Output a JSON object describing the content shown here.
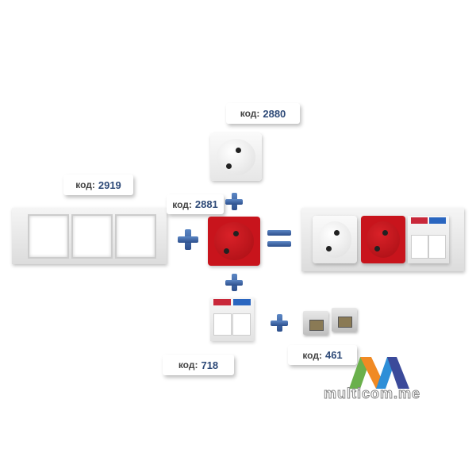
{
  "labels": {
    "l2880": {
      "prefix": "код:",
      "code": "2880"
    },
    "l2919": {
      "prefix": "код:",
      "code": "2919"
    },
    "l2881": {
      "prefix": "код:",
      "code": "2881"
    },
    "l718": {
      "prefix": "код:",
      "code": "718"
    },
    "l461": {
      "prefix": "код:",
      "code": "461"
    }
  },
  "logo": {
    "text": "multicom.me"
  },
  "colors": {
    "accent_blue": "#2e4a78",
    "socket_red": "#c8141c"
  }
}
